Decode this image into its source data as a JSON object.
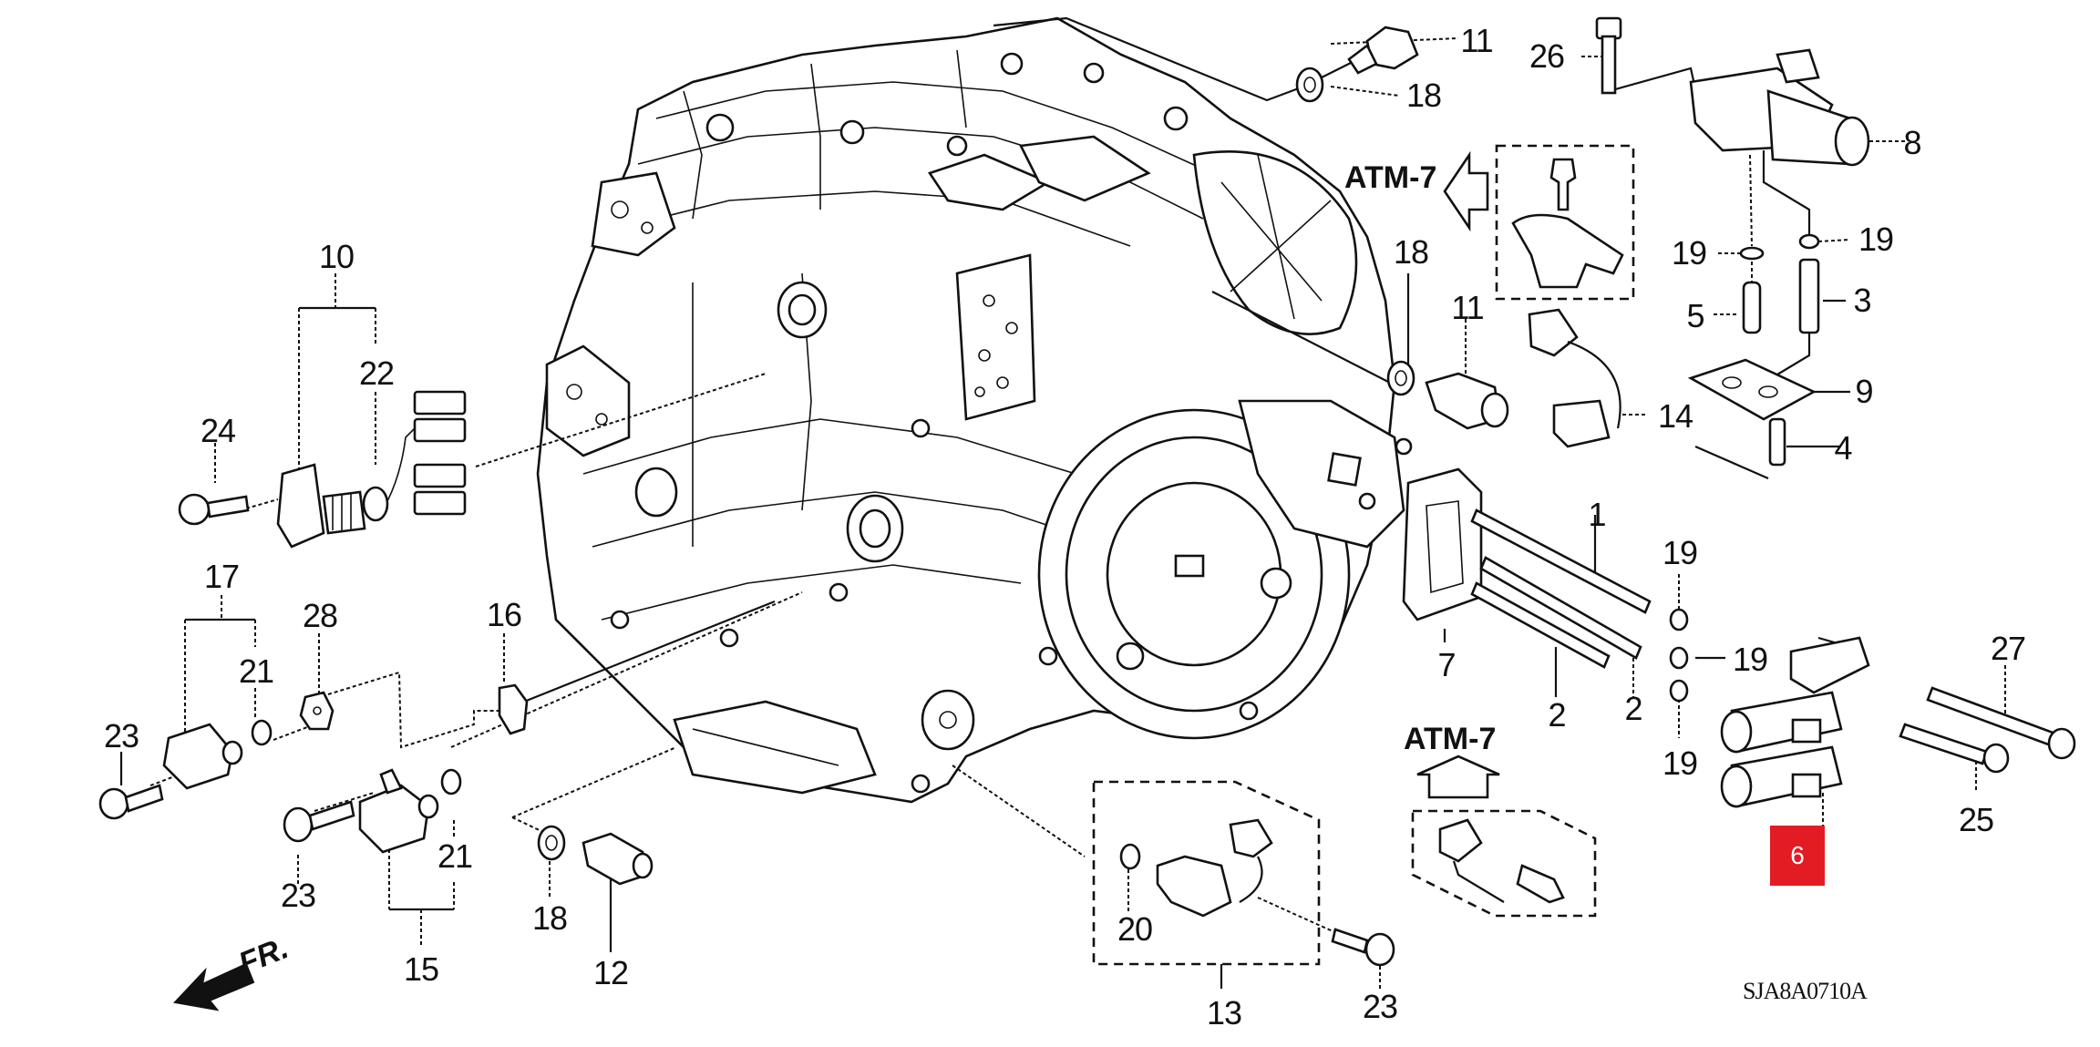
{
  "diagram": {
    "title": "Transmission sensors and solenoids exploded parts diagram",
    "diagram_code": "SJA8A0710A",
    "front_indicator": "FR.",
    "reference_labels": [
      "ATM-7",
      "ATM-7"
    ],
    "highlight": {
      "part_number": "6",
      "color": "#e31b23"
    },
    "callouts": [
      {
        "id": "c-11-top",
        "text": "11"
      },
      {
        "id": "c-18-top",
        "text": "18"
      },
      {
        "id": "c-26",
        "text": "26"
      },
      {
        "id": "c-8",
        "text": "8"
      },
      {
        "id": "c-19-a",
        "text": "19"
      },
      {
        "id": "c-19-b",
        "text": "19"
      },
      {
        "id": "c-5",
        "text": "5"
      },
      {
        "id": "c-3",
        "text": "3"
      },
      {
        "id": "c-9",
        "text": "9"
      },
      {
        "id": "c-4",
        "text": "4"
      },
      {
        "id": "c-18-mid",
        "text": "18"
      },
      {
        "id": "c-11-mid",
        "text": "11"
      },
      {
        "id": "c-14",
        "text": "14"
      },
      {
        "id": "c-1",
        "text": "1"
      },
      {
        "id": "c-19-c",
        "text": "19"
      },
      {
        "id": "c-19-d",
        "text": "19"
      },
      {
        "id": "c-19-e",
        "text": "19"
      },
      {
        "id": "c-7",
        "text": "7"
      },
      {
        "id": "c-2-a",
        "text": "2"
      },
      {
        "id": "c-2-b",
        "text": "2"
      },
      {
        "id": "c-27",
        "text": "27"
      },
      {
        "id": "c-25",
        "text": "25"
      },
      {
        "id": "c-10",
        "text": "10"
      },
      {
        "id": "c-22",
        "text": "22"
      },
      {
        "id": "c-24",
        "text": "24"
      },
      {
        "id": "c-17",
        "text": "17"
      },
      {
        "id": "c-21-a",
        "text": "21"
      },
      {
        "id": "c-28",
        "text": "28"
      },
      {
        "id": "c-23-a",
        "text": "23"
      },
      {
        "id": "c-16",
        "text": "16"
      },
      {
        "id": "c-23-b",
        "text": "23"
      },
      {
        "id": "c-21-b",
        "text": "21"
      },
      {
        "id": "c-15",
        "text": "15"
      },
      {
        "id": "c-18-bot",
        "text": "18"
      },
      {
        "id": "c-12",
        "text": "12"
      },
      {
        "id": "c-20",
        "text": "20"
      },
      {
        "id": "c-13",
        "text": "13"
      },
      {
        "id": "c-23-c",
        "text": "23"
      }
    ]
  }
}
